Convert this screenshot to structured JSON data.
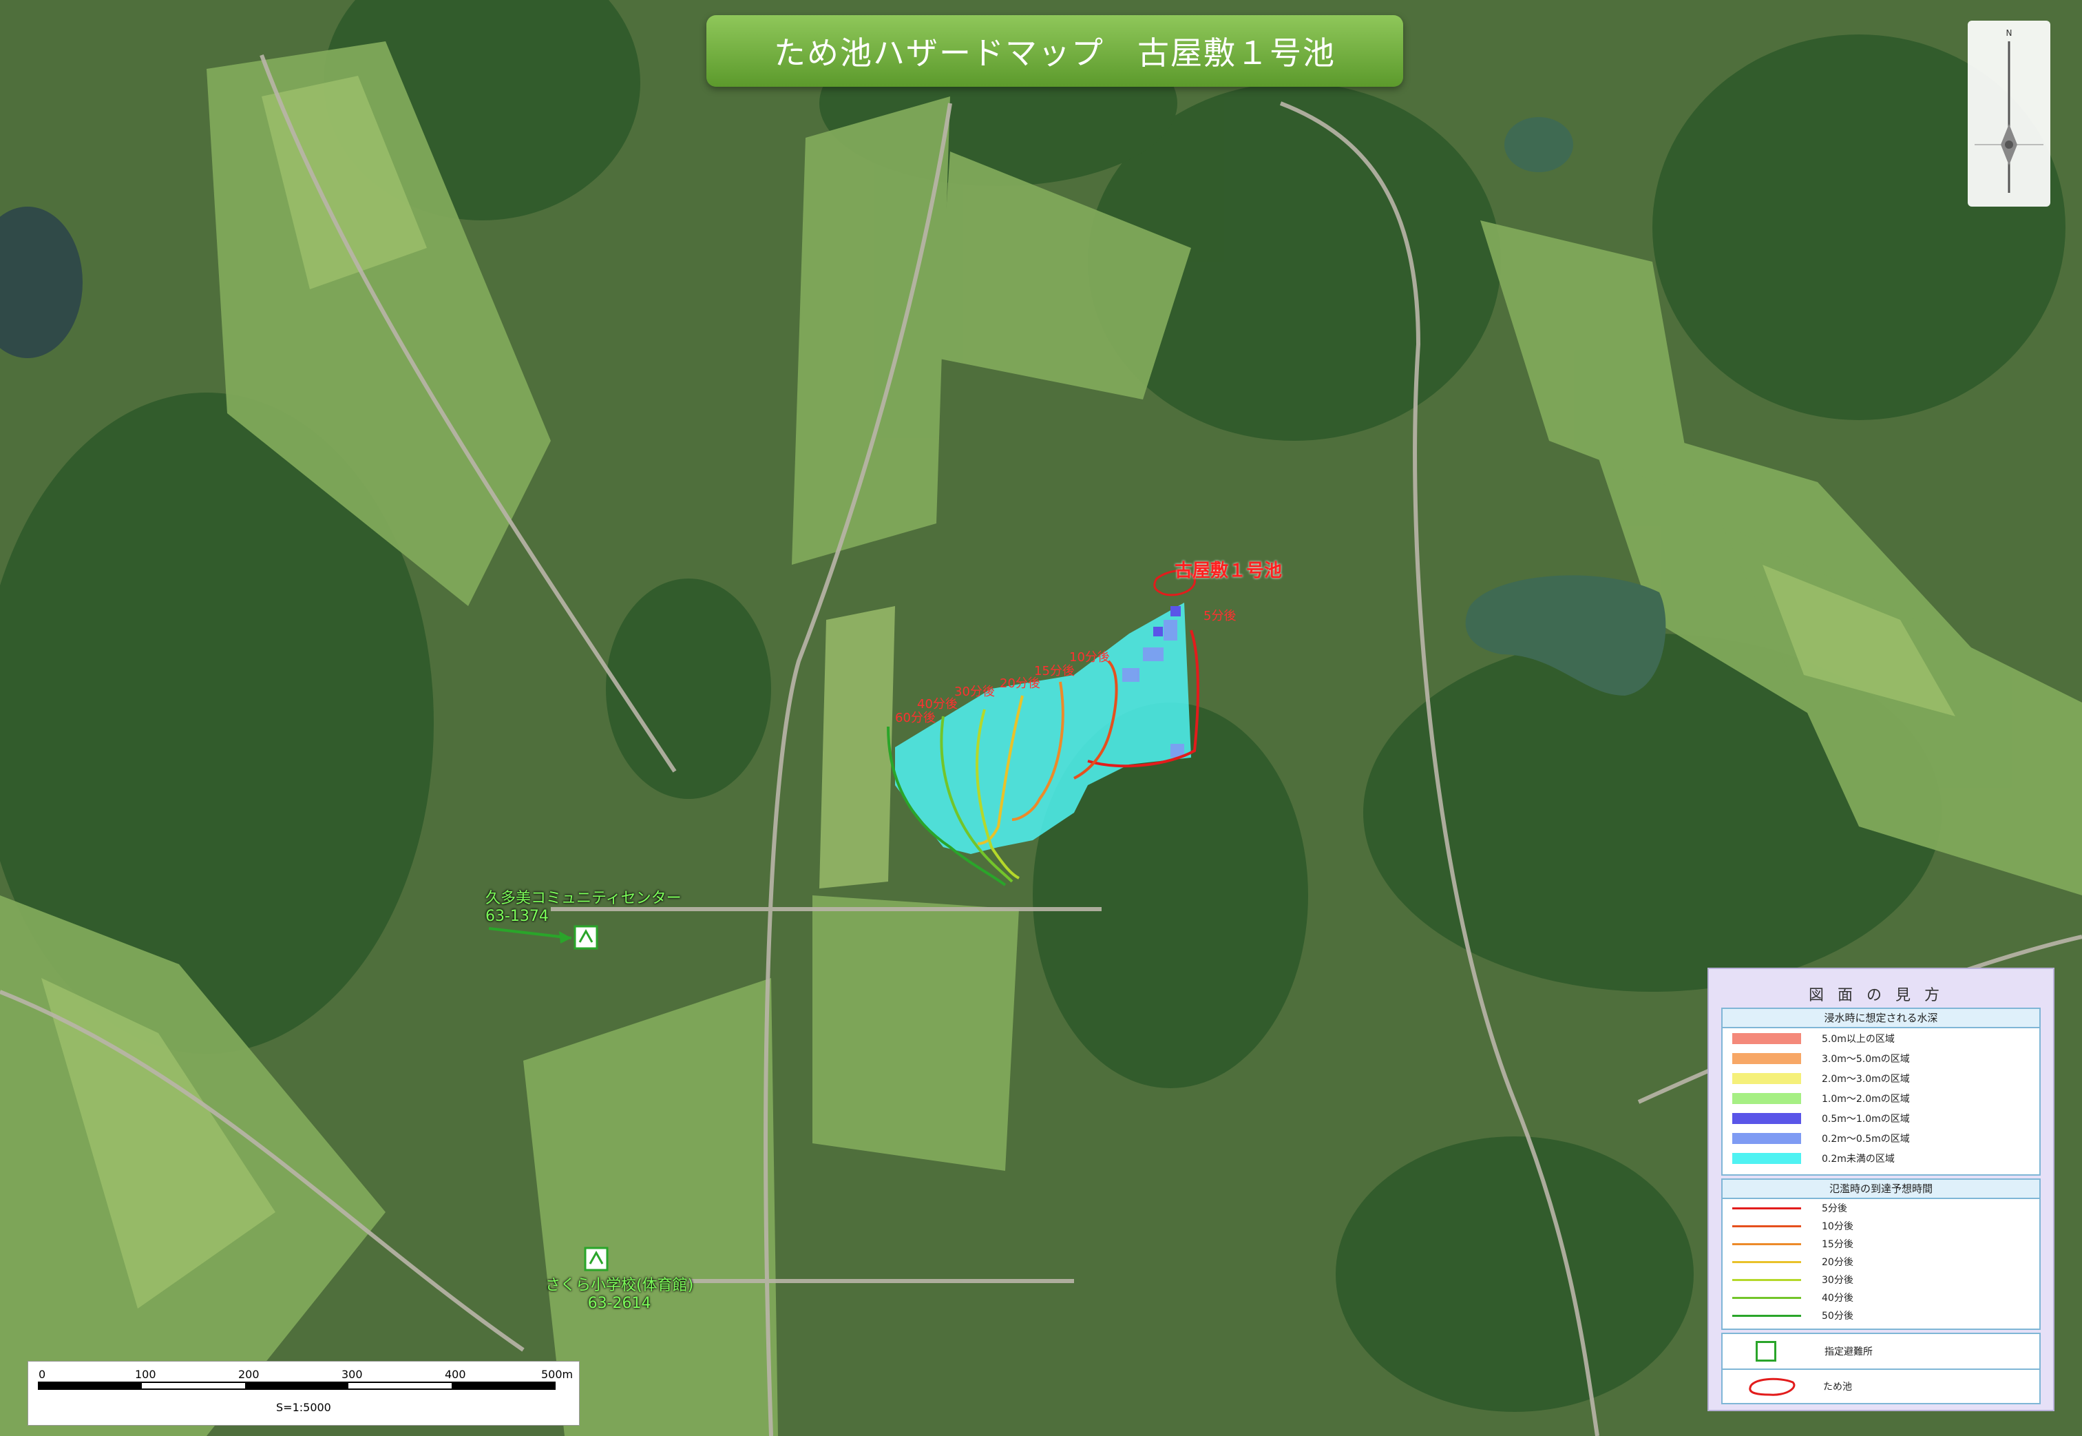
{
  "title": "ため池ハザードマップ　古屋敷１号池",
  "pond_label": "古屋敷１号池",
  "compass_label": "N",
  "time_labels": [
    "5分後",
    "10分後",
    "15分後",
    "20分後",
    "30分後",
    "40分後",
    "60分後"
  ],
  "shelters": [
    {
      "name": "久多美コミュニティセンター",
      "phone": "63-1374"
    },
    {
      "name": "さくら小学校(体育館)",
      "phone": "63-2614"
    }
  ],
  "legend": {
    "title": "図面の見方",
    "depth_header": "浸水時に想定される水深",
    "depth_items": [
      {
        "label": "5.0m以上の区域",
        "color": "#f4897a"
      },
      {
        "label": "3.0m～5.0mの区域",
        "color": "#f7a766"
      },
      {
        "label": "2.0m～3.0mの区域",
        "color": "#f5f07a"
      },
      {
        "label": "1.0m～2.0mの区域",
        "color": "#a6ef84"
      },
      {
        "label": "0.5m～1.0mの区域",
        "color": "#5a55e8"
      },
      {
        "label": "0.2m～0.5mの区域",
        "color": "#7f9bf3"
      },
      {
        "label": "0.2m未満の区域",
        "color": "#4ff2f2"
      }
    ],
    "time_header": "氾濫時の到達予想時間",
    "time_items": [
      {
        "label": "5分後",
        "color": "#e21c1c"
      },
      {
        "label": "10分後",
        "color": "#e5501e"
      },
      {
        "label": "15分後",
        "color": "#ec8a2a"
      },
      {
        "label": "20分後",
        "color": "#e9c22a"
      },
      {
        "label": "30分後",
        "color": "#b5d82a"
      },
      {
        "label": "40分後",
        "color": "#73c52a"
      },
      {
        "label": "50分後",
        "color": "#2aa52a"
      }
    ],
    "shelter_label": "指定避難所",
    "pond_label": "ため池"
  },
  "scale": {
    "ticks": [
      "0",
      "100",
      "200",
      "300",
      "400",
      "500m"
    ],
    "ratio": "S=1:5000"
  }
}
